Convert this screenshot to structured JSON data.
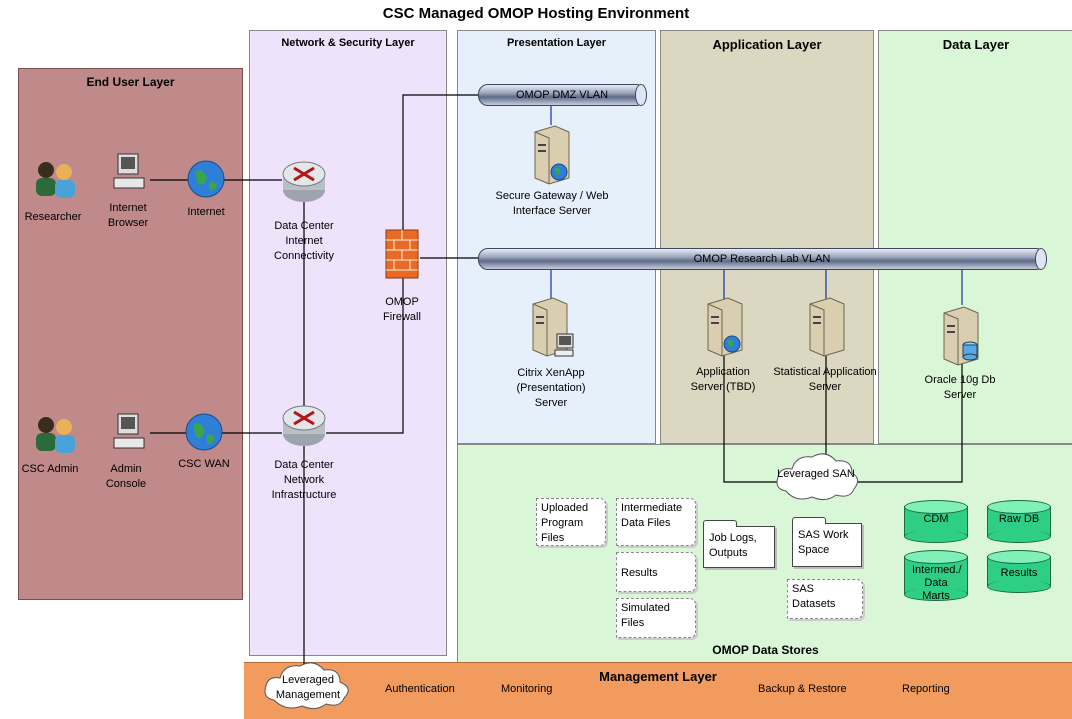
{
  "title": "CSC Managed OMOP Hosting Environment",
  "layers": {
    "end_user": "End User Layer",
    "network": "Network & Security Layer",
    "presentation": "Presentation Layer",
    "application": "Application Layer",
    "data": "Data Layer",
    "data_stores": "OMOP Data Stores",
    "management": "Management Layer"
  },
  "end_user": {
    "researcher": "Researcher",
    "internet_browser": "Internet Browser",
    "internet": "Internet",
    "csc_admin": "CSC Admin",
    "admin_console": "Admin Console",
    "csc_wan": "CSC WAN"
  },
  "network": {
    "dc_internet": "Data Center Internet Connectivity",
    "firewall": "OMOP Firewall",
    "dc_network": "Data Center Network Infrastructure"
  },
  "vlans": {
    "dmz": "OMOP DMZ VLAN",
    "research": "OMOP Research Lab VLAN"
  },
  "servers": {
    "secure_gateway": "Secure Gateway / Web Interface Server",
    "citrix": "Citrix XenApp (Presentation) Server",
    "app_server": "Application Server (TBD)",
    "stat_server": "Statistical Application Server",
    "oracle": "Oracle 10g Db Server"
  },
  "san": "Leveraged SAN",
  "stores": {
    "uploaded": "Uploaded Program Files",
    "intermediate": "Intermediate Data Files",
    "results_file": "Results",
    "simulated": "Simulated Files",
    "job_logs": "Job Logs, Outputs",
    "sas_work": "SAS Work Space",
    "sas_datasets": "SAS Datasets",
    "db_cdm": "CDM",
    "db_raw": "Raw DB",
    "db_intermed": "Intermed./ Data Marts",
    "db_results": "Results"
  },
  "management": {
    "leveraged": "Leveraged Management",
    "authentication": "Authentication",
    "monitoring": "Monitoring",
    "backup": "Backup & Restore",
    "reporting": "Reporting"
  },
  "colors": {
    "end_user_fill": "#c08a8a",
    "network_fill": "#efe3fb",
    "presentation_fill": "#e6f0fb",
    "application_fill": "#dcd7c0",
    "data_fill": "#d9f7d6",
    "management_fill": "#f29b5e",
    "db_green": "#2ecf85"
  }
}
